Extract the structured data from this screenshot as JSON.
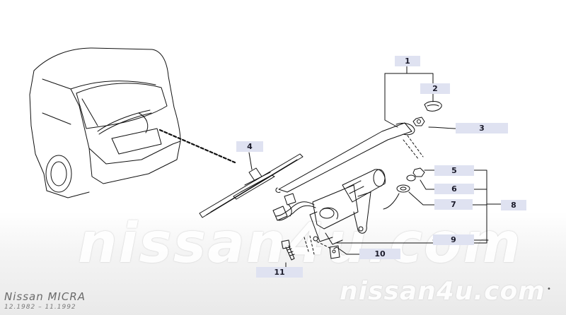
{
  "diagram": {
    "callouts": [
      {
        "id": "1",
        "label": "1"
      },
      {
        "id": "2",
        "label": "2"
      },
      {
        "id": "3",
        "label": "3"
      },
      {
        "id": "4",
        "label": "4"
      },
      {
        "id": "5",
        "label": "5"
      },
      {
        "id": "6",
        "label": "6"
      },
      {
        "id": "7",
        "label": "7"
      },
      {
        "id": "8",
        "label": "8"
      },
      {
        "id": "9",
        "label": "9"
      },
      {
        "id": "10",
        "label": "10"
      },
      {
        "id": "11",
        "label": "11"
      }
    ],
    "label_color": "#dfe2f1",
    "line_color": "#111111"
  },
  "watermark": {
    "center": "nissan4u.com",
    "corner": "nissan4u.com"
  },
  "model": {
    "name": "Nissan  MICRA",
    "years": "12.1982  –  11.1992"
  }
}
